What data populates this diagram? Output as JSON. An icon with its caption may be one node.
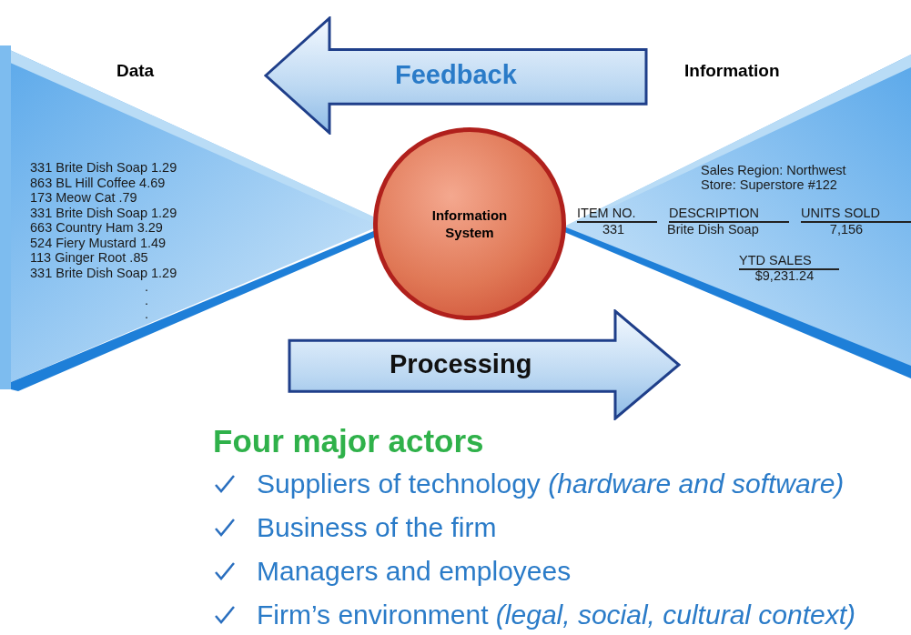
{
  "diagram": {
    "nodes": [
      {
        "text": [
          "Data",
          "331 Brite Dish Soap 1.29",
          "863 BL Hill Coffee 4.69",
          "173 Meow Cat .79",
          "331 Brite Dish Soap 1.29",
          "663 Country Ham 3.29",
          "524 Fiery Mustard 1.49",
          "113 Ginger Root .85",
          "331 Brite Dish Soap 1.29",
          ".",
          ".",
          "."
        ]
      },
      {
        "text": [
          "Information",
          "Sales Region: Northwest",
          "Store: Superstore #122",
          "ITEM NO.",
          "331",
          "DESCRIPTION",
          "Brite Dish Soap",
          "UNITS SOLD",
          "7,156",
          "YTD SALES",
          "$9,231.24"
        ]
      },
      {
        "text": [
          "Information System"
        ]
      }
    ],
    "edges": [
      {
        "from": 1,
        "to": 0,
        "arrow": "to",
        "label": "Feedback"
      },
      {
        "from": 0,
        "to": 1,
        "arrow": "to",
        "label": "Processing"
      }
    ],
    "labels": [
      "Four major actors",
      "Suppliers of technology *(hardware and software)*",
      "Business of the firm",
      "Managers and employees",
      "Firm’s environment *(legal, social, cultural context)*"
    ]
  }
}
